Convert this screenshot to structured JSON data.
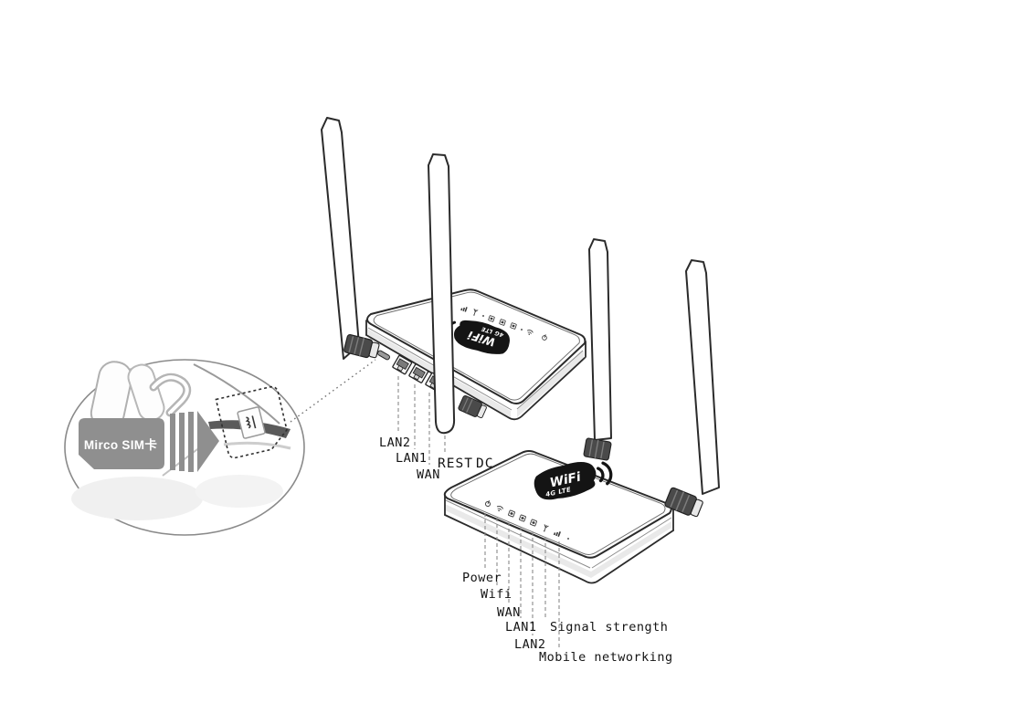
{
  "diagram": {
    "inset": {
      "sim_label": "Mirco SIM卡"
    },
    "logo": {
      "name": "WiFi",
      "sub": "4G LTE"
    },
    "router_back": {
      "port_labels": {
        "lan2": "LAN2",
        "lan1": "LAN1",
        "wan": "WAN",
        "rest": "REST",
        "dc": "DC"
      }
    },
    "router_front": {
      "led_labels": {
        "power": "Power",
        "wifi": "Wifi",
        "wan": "WAN",
        "lan1": "LAN1",
        "lan2": "LAN2",
        "signal": "Signal strength",
        "mobile": "Mobile networking"
      }
    },
    "colors": {
      "line": "#2b2b2b",
      "sim_gray": "#8f8f8f",
      "logo_black": "#141414",
      "shade": "#e9e9e9"
    }
  }
}
